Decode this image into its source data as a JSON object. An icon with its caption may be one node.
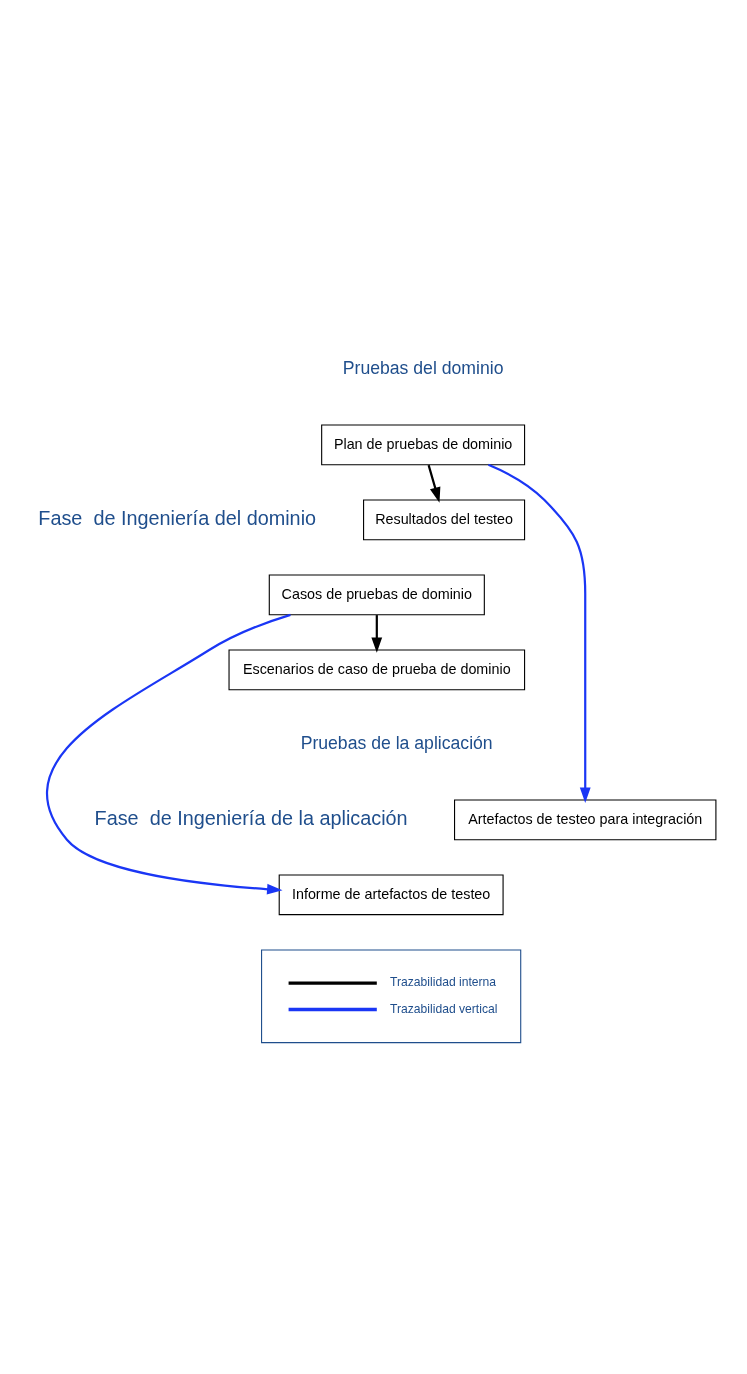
{
  "diagram": {
    "nodes": [
      {
        "text": [
          "Plan de pruebas de dominio"
        ]
      },
      {
        "text": [
          "Resultados del testeo"
        ]
      },
      {
        "text": [
          "Casos de pruebas de dominio"
        ]
      },
      {
        "text": [
          "Escenarios de caso de prueba de dominio"
        ]
      },
      {
        "text": [
          "Artefactos de testeo para integración"
        ]
      },
      {
        "text": [
          "Informe de artefactos de testeo"
        ]
      }
    ],
    "edges": [
      {
        "from": 0,
        "to": 1,
        "arrow": "to"
      },
      {
        "from": 2,
        "to": 3,
        "arrow": "to"
      },
      {
        "from": 0,
        "to": 4,
        "arrow": "to",
        "color": "#1a36f5"
      },
      {
        "from": 2,
        "to": 5,
        "arrow": "to",
        "color": "#1a36f5"
      }
    ],
    "labels": [
      "Pruebas del dominio",
      "Fase  de Ingeniería del dominio",
      "Pruebas de la aplicación",
      "Fase  de Ingeniería de la aplicación"
    ],
    "legend": [
      {
        "text": "Trazabilidad interna"
      },
      {
        "text": "Trazabilidad vertical"
      }
    ]
  }
}
